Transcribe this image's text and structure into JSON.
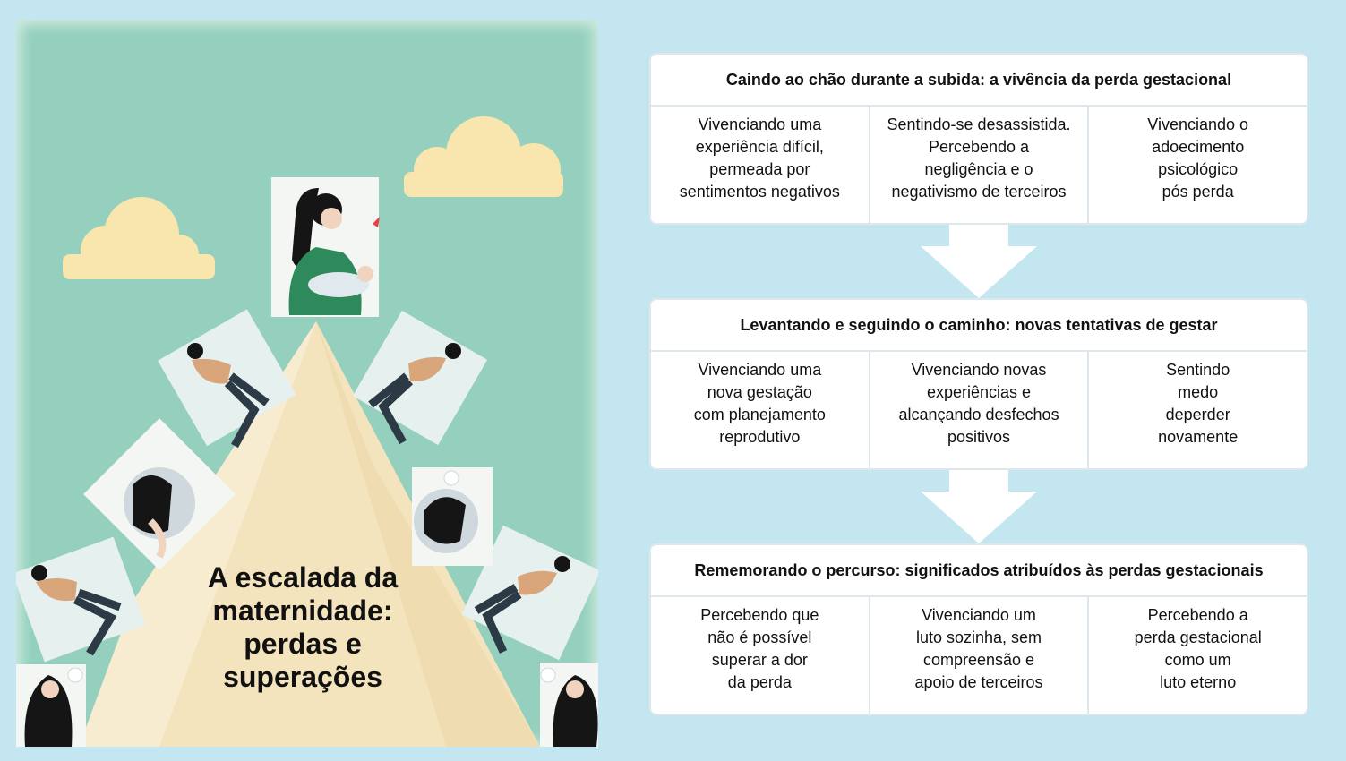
{
  "illustration": {
    "title": "A escalada da maternidade: perdas e superações",
    "colors": {
      "background": "#94d0bd",
      "mountain": "#f4e4bd",
      "cloud": "#f9e6ae",
      "shirt_green": "#2e8a5a",
      "hair": "#151515",
      "skin": "#d9a57b"
    }
  },
  "stages": [
    {
      "title": "Caindo ao chão durante a subida: a vivência da perda gestacional",
      "cells": [
        "Vivenciando uma\nexperiência difícil,\npermeada por\nsentimentos negativos",
        "Sentindo-se desassistida.\nPercebendo a\nnegligência e o\nnegativismo de terceiros",
        "Vivenciando o\nadoecimento\npsicológico\npós perda"
      ]
    },
    {
      "title": "Levantando e seguindo o caminho: novas tentativas de gestar",
      "cells": [
        "Vivenciando uma\nnova gestação\ncom planejamento\nreprodutivo",
        "Vivenciando novas\nexperiências e\nalcançando desfechos\npositivos",
        "Sentindo\nmedo\ndeperder\nnovamente"
      ]
    },
    {
      "title": "Rememorando o percurso: significados atribuídos às perdas gestacionais",
      "cells": [
        "Percebendo que\nnão é possível\nsuperar a dor\nda perda",
        "Vivenciando um\nluto sozinha, sem\ncompreensão e\napoio de terceiros",
        "Percebendo a\nperda gestacional\ncomo um\nluto eterno"
      ]
    }
  ],
  "colors": {
    "page_background": "#c3e6f0",
    "box_background": "#ffffff",
    "box_border": "#dde7ec",
    "arrow_fill": "#ffffff"
  }
}
